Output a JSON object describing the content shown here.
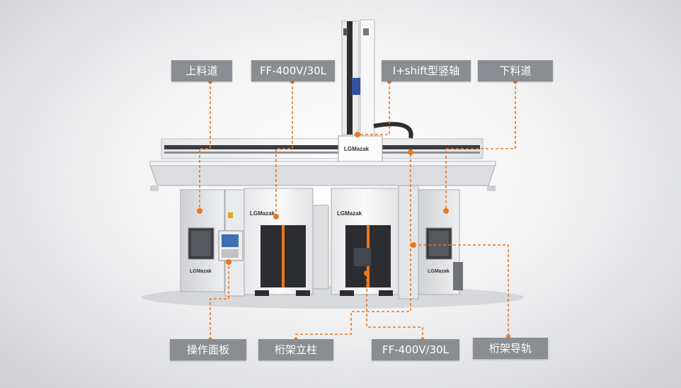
{
  "callouts": {
    "feed_in": "上料道",
    "machine_left": "FF-400V/30L",
    "vertical_axis": "I+shift型竖轴",
    "feed_out": "下料道",
    "operation_panel": "操作面板",
    "gantry_column": "桁架立柱",
    "machine_right": "FF-400V/30L",
    "gantry_rail": "桁架导轨"
  },
  "brand": {
    "logo": "LGMazak"
  },
  "colors": {
    "callout_bg": "#8a8d92",
    "leader": "#e87722",
    "machine_white": "#f4f4f4",
    "machine_dark": "#2b2d31"
  }
}
